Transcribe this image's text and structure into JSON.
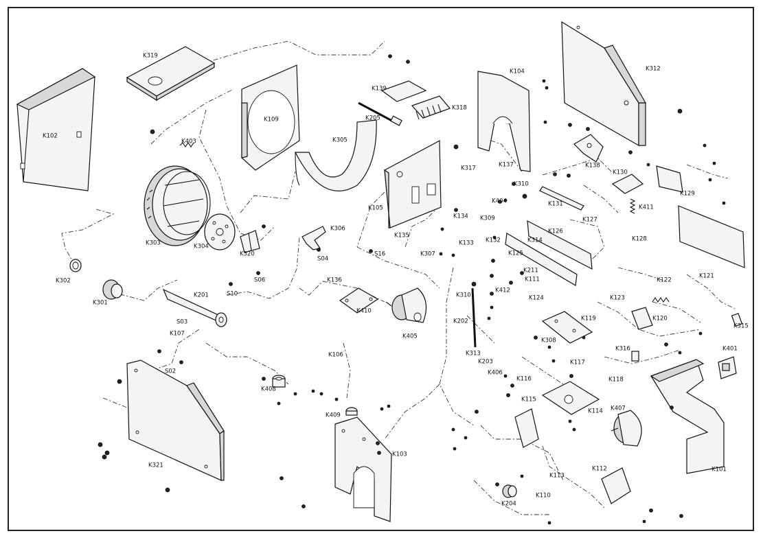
{
  "drawing": {
    "type": "exploded parts diagram",
    "labels": [
      "K102",
      "K319",
      "K403",
      "K109",
      "K305",
      "K205",
      "K139",
      "K318",
      "K104",
      "K312",
      "K303",
      "K304",
      "K320",
      "S06",
      "S10",
      "K306",
      "S04",
      "S16",
      "K105",
      "K317",
      "K137",
      "K310",
      "K138",
      "K130",
      "K129",
      "K135",
      "K134",
      "K309",
      "K404",
      "K131",
      "K127",
      "K411",
      "K307",
      "K133",
      "K132",
      "K314",
      "K126",
      "K125",
      "K128",
      "K302",
      "K301",
      "K201",
      "S03",
      "K107",
      "K136",
      "K410",
      "K405",
      "K211",
      "K111",
      "K412",
      "K124",
      "K310",
      "K202",
      "K122",
      "K121",
      "K123",
      "K120",
      "K119",
      "K315",
      "K106",
      "S02",
      "K408",
      "K409",
      "K313",
      "K203",
      "K308",
      "K406",
      "K116",
      "K117",
      "K316",
      "K118",
      "K401",
      "K115",
      "K114",
      "K103",
      "K321",
      "K407",
      "K101",
      "K113",
      "K112",
      "K110",
      "K204"
    ]
  }
}
